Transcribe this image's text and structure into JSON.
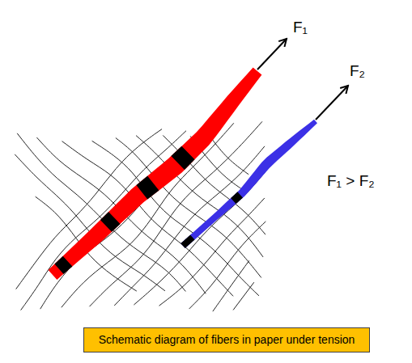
{
  "diagram": {
    "caption": "Schematic diagram of fibers in paper under tension",
    "labels": [
      "F₁",
      "F₂",
      "F₁ > F₂"
    ]
  }
}
